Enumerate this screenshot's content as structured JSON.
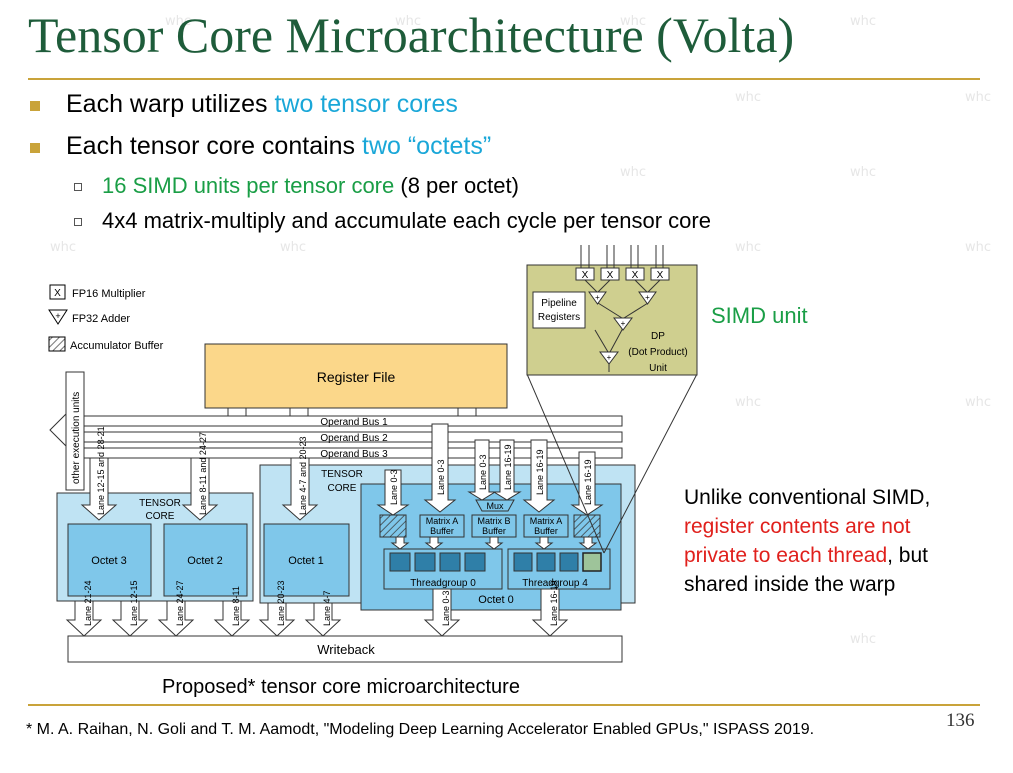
{
  "title": "Tensor Core Microarchitecture (Volta)",
  "bullets": [
    {
      "prefix": "Each warp utilizes ",
      "highlight": "two tensor cores",
      "suffix": ""
    },
    {
      "prefix": "Each tensor core contains ",
      "highlight": "two “octets”",
      "suffix": ""
    }
  ],
  "sub_bullets": [
    {
      "highlight": "16 SIMD units per tensor core",
      "rest": " (8 per octet)"
    },
    {
      "highlight": "",
      "rest": "4x4 matrix-multiply and accumulate each cycle per tensor core"
    }
  ],
  "legend": {
    "multiplier": "FP16 Multiplier",
    "adder": "FP32 Adder",
    "accumulator": "Accumulator Buffer",
    "x_symbol": "X",
    "plus_symbol": "+"
  },
  "diagram": {
    "register_file": "Register File",
    "operand_buses": [
      "Operand Bus 1",
      "Operand Bus 2",
      "Operand Bus 3"
    ],
    "other_units": "other execution units",
    "tensor_core": "TENSOR CORE",
    "octets": [
      "Octet 3",
      "Octet 2",
      "Octet 1",
      "Octet 0"
    ],
    "lane_left": [
      "Lane 12-15 and 28-21",
      "Lane 8-11 and 24-27",
      "Lane 4-7 and 20-23"
    ],
    "lane_inner": [
      "Lane 0-3",
      "Lane 0-3",
      "Lane 0-3",
      "Lane 16-19",
      "Lane 16-19",
      "Lane 16-19"
    ],
    "mux": "Mux",
    "buffers": [
      "Matrix A Buffer",
      "Matrix B Buffer",
      "Matrix A Buffer"
    ],
    "threadgroups": [
      "Threadgroup 0",
      "Threadgroup 4"
    ],
    "bottom_lanes": [
      "Lane 21-24",
      "Lane 12-15",
      "Lane 24-27",
      "Lane 8-11",
      "Lane 20-23",
      "Lane 4-7",
      "Lane 0-3",
      "Lane 16-19"
    ],
    "writeback": "Writeback",
    "simd_pipeline": "Pipeline Registers",
    "simd_dp": "DP (Dot Product) Unit"
  },
  "simd_label": "SIMD unit",
  "side_text": {
    "line1": "Unlike conventional SIMD,",
    "line2_red": "register contents are not",
    "line3_red": "private to each thread",
    "line3_rest": ", but",
    "line4": "shared inside the warp"
  },
  "caption": "Proposed* tensor core microarchitecture",
  "footer": "* M. A. Raihan, N. Goli and T. M. Aamodt, \"Modeling Deep Learning Accelerator Enabled GPUs,\" ISPASS 2019.",
  "page_number": "136",
  "watermark": "whc",
  "colors": {
    "title": "#1e5c3a",
    "accent_gold": "#c9a33a",
    "highlight_blue": "#1aa7d8",
    "highlight_green": "#1a9e46",
    "highlight_red": "#e0201c",
    "tensor_core_fill": "#bfe3f3",
    "octet_fill": "#7fc7ea",
    "register_file_fill": "#fbd78a",
    "simd_fill": "#cfcf8f"
  }
}
